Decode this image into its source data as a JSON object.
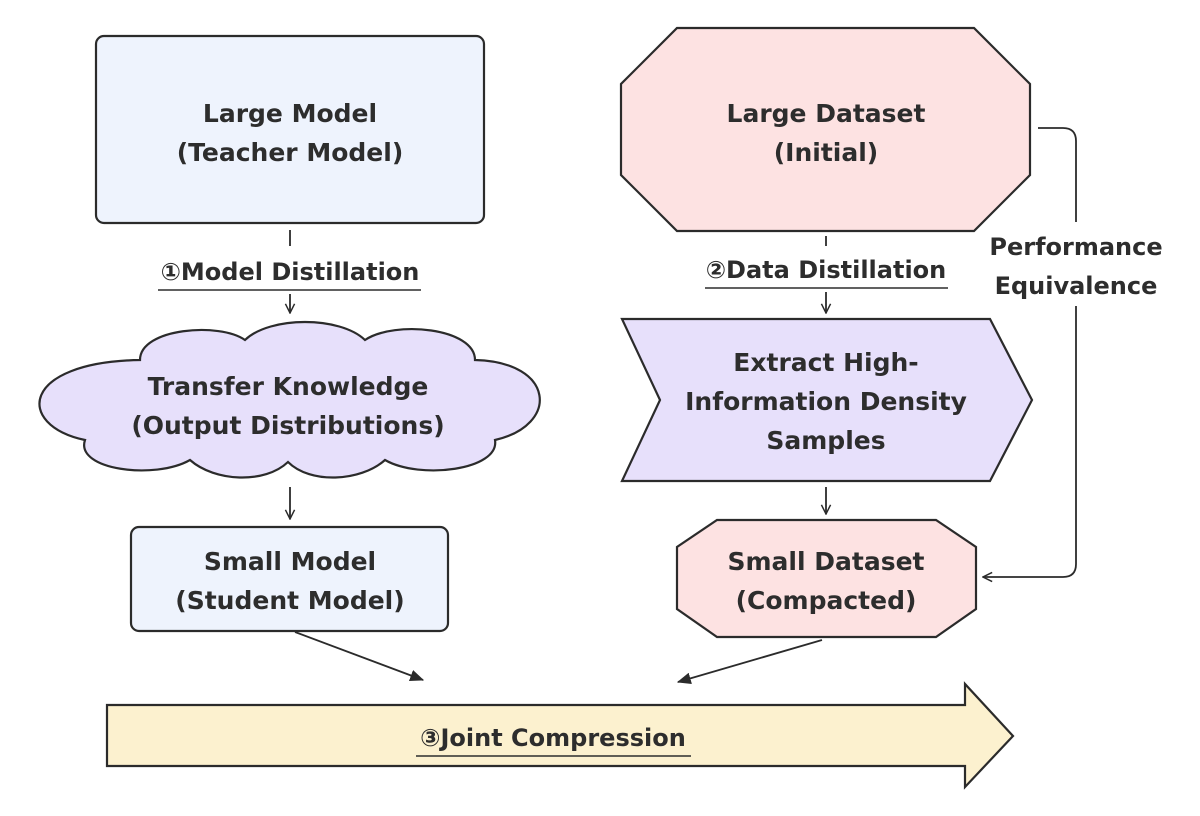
{
  "nodes": {
    "large_model": {
      "line1": "Large Model",
      "line2": "(Teacher Model)",
      "fill": "#eef3fd"
    },
    "transfer_knowledge": {
      "line1": "Transfer Knowledge",
      "line2": "(Output Distributions)",
      "fill": "#e7e0fb"
    },
    "small_model": {
      "line1": "Small Model",
      "line2": "(Student Model)",
      "fill": "#eef3fd"
    },
    "large_dataset": {
      "line1": "Large Dataset",
      "line2": "(Initial)",
      "fill": "#fde2e2"
    },
    "extract_samples": {
      "line1": "Extract High-",
      "line2": "Information Density",
      "line3": "Samples",
      "fill": "#e7e0fb"
    },
    "small_dataset": {
      "line1": "Small Dataset",
      "line2": "(Compacted)",
      "fill": "#fde2e2"
    },
    "joint_compression": {
      "label": "③Joint Compression",
      "fill": "#fcf1cf"
    }
  },
  "edges": {
    "model_distillation": "①Model Distillation",
    "data_distillation": "②Data Distillation",
    "performance_equivalence": {
      "line1": "Performance",
      "line2": "Equivalence"
    }
  },
  "colors": {
    "stroke": "#2b2b2b",
    "text": "#2d2d2d"
  }
}
